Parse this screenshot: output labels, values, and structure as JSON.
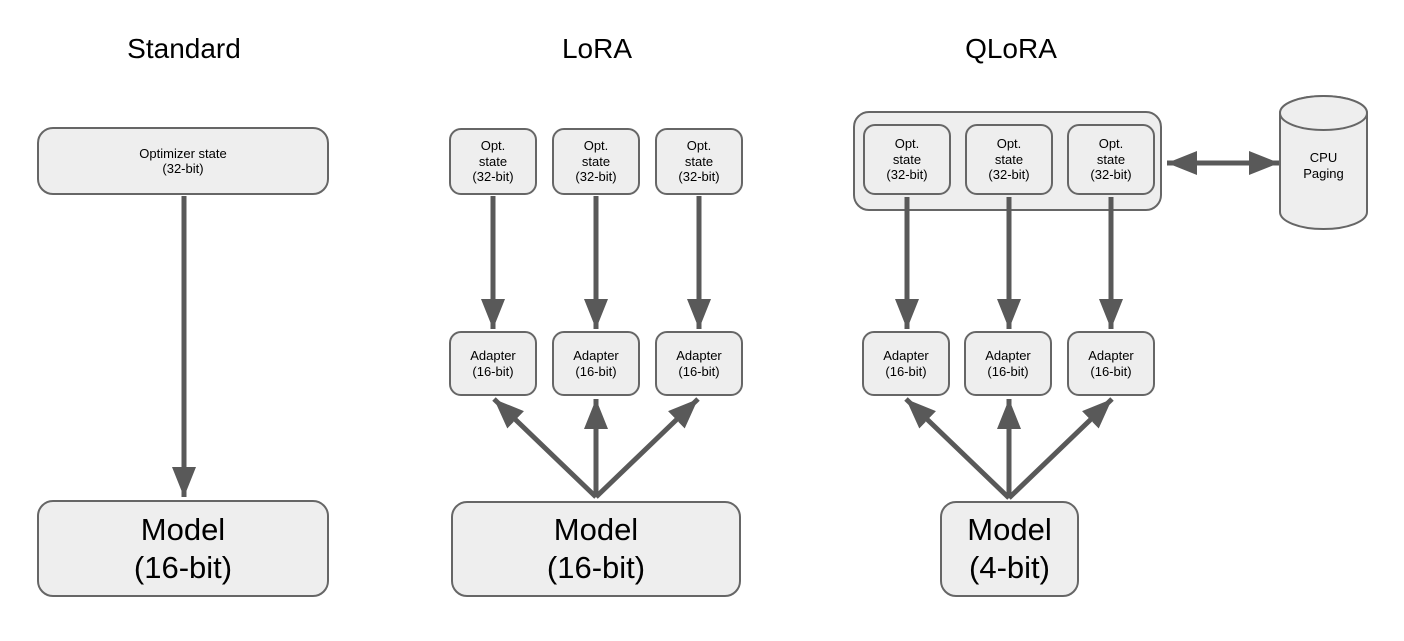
{
  "titles": {
    "standard": "Standard",
    "lora": "LoRA",
    "qlora": "QLoRA"
  },
  "standard": {
    "optimizer_label": "Optimizer state\n(32-bit)",
    "model_label": "Model\n(16-bit)"
  },
  "lora": {
    "opt_state_label": "Opt.\nstate\n(32-bit)",
    "adapter_label": "Adapter\n(16-bit)",
    "model_label": "Model\n(16-bit)"
  },
  "qlora": {
    "opt_state_label": "Opt.\nstate\n(32-bit)",
    "adapter_label": "Adapter\n(16-bit)",
    "model_label": "Model\n(4-bit)",
    "cpu_paging_label": "CPU\nPaging"
  },
  "colors": {
    "box_fill": "#eeeeee",
    "box_border": "#666666",
    "arrow": "#595959",
    "text": "#000000",
    "background": "#ffffff"
  }
}
